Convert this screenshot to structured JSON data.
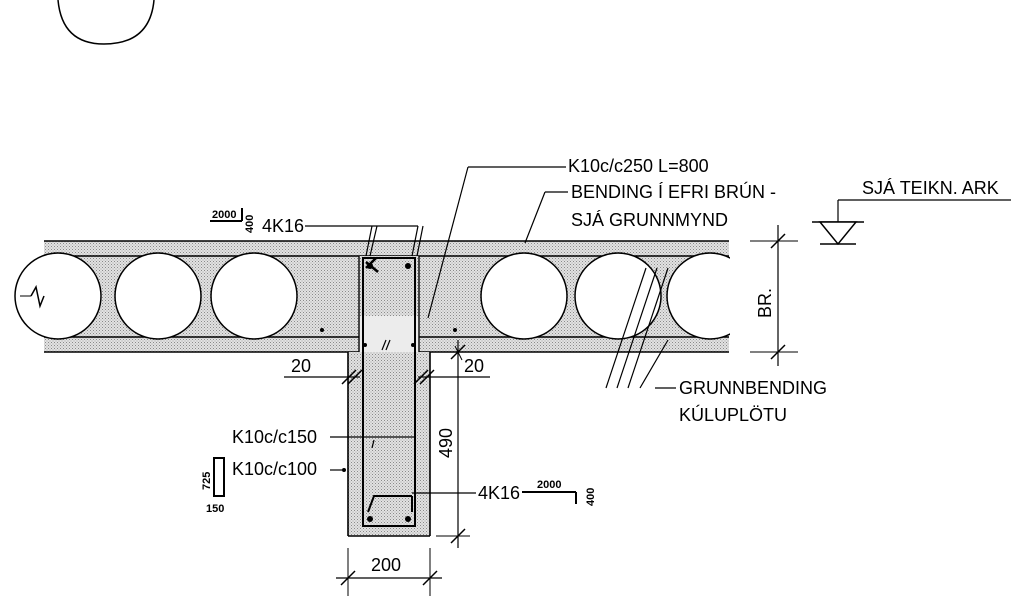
{
  "labels": {
    "stirrup_slab": "K10c/c250 L=800",
    "bending_top_1": "BENDING Í EFRI BRÚN -",
    "bending_top_2": "SJÁ GRUNNMYND",
    "see_drawing": "SJÁ TEIKN. ARK",
    "top_bars": "4K16",
    "top_bars_len": "2000",
    "top_bars_hook": "400",
    "base_bending_1": "GRUNNBENDING",
    "base_bending_2": "KÚLUPLÖTU",
    "stirrup_150": "K10c/c150",
    "stirrup_100": "K10c/c100",
    "stirrup_dim_h": "725",
    "stirrup_dim_w": "150",
    "bottom_bars": "4K16",
    "bottom_bars_len": "2000",
    "bottom_bars_hook": "400",
    "dim_left_20": "20",
    "dim_right_20": "20",
    "dim_490": "490",
    "dim_200": "200",
    "slab_thickness": "BR."
  },
  "colors": {
    "line": "#000000",
    "concrete_fill": "#d6d6d6",
    "paper": "#ffffff"
  }
}
